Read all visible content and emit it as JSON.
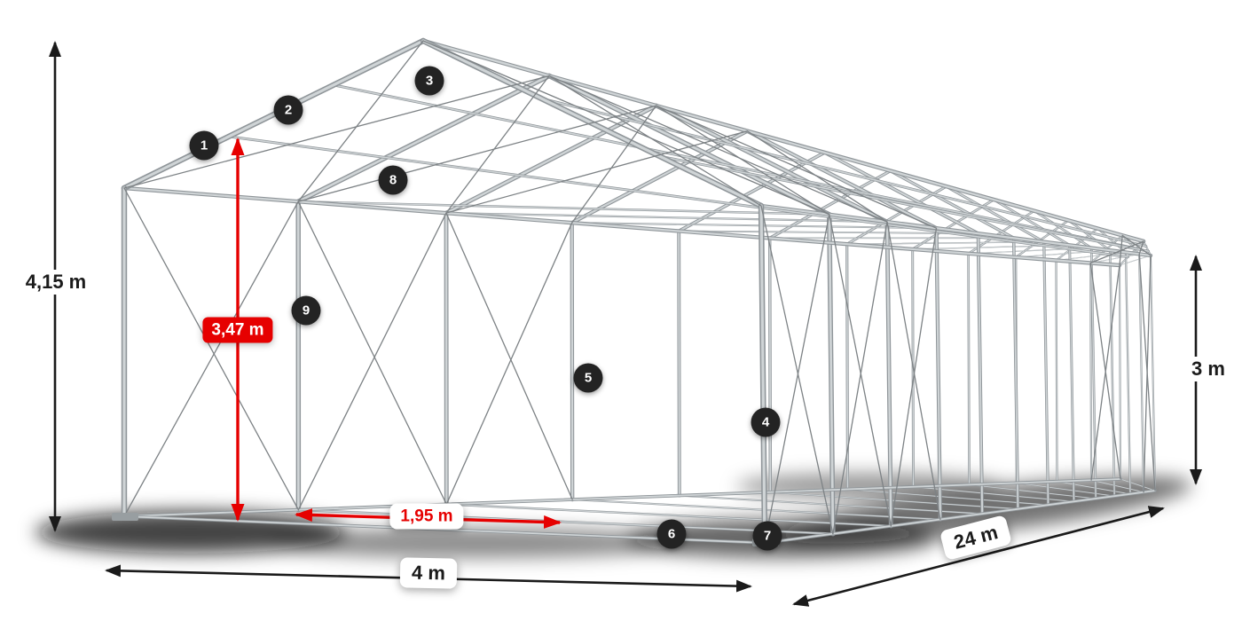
{
  "dimensions": {
    "total_height": "4,15 m",
    "inner_height": "3,47 m",
    "side_height": "3 m",
    "width": "4 m",
    "length": "24 m",
    "inner_width": "1,95 m"
  },
  "markers": [
    {
      "label": "1"
    },
    {
      "label": "2"
    },
    {
      "label": "3"
    },
    {
      "label": "4"
    },
    {
      "label": "5"
    },
    {
      "label": "6"
    },
    {
      "label": "7"
    },
    {
      "label": "8"
    },
    {
      "label": "9"
    }
  ],
  "colors": {
    "accent_red": "#e60000",
    "marker_background": "#232323",
    "steel_gray": "#b4b9bb"
  }
}
